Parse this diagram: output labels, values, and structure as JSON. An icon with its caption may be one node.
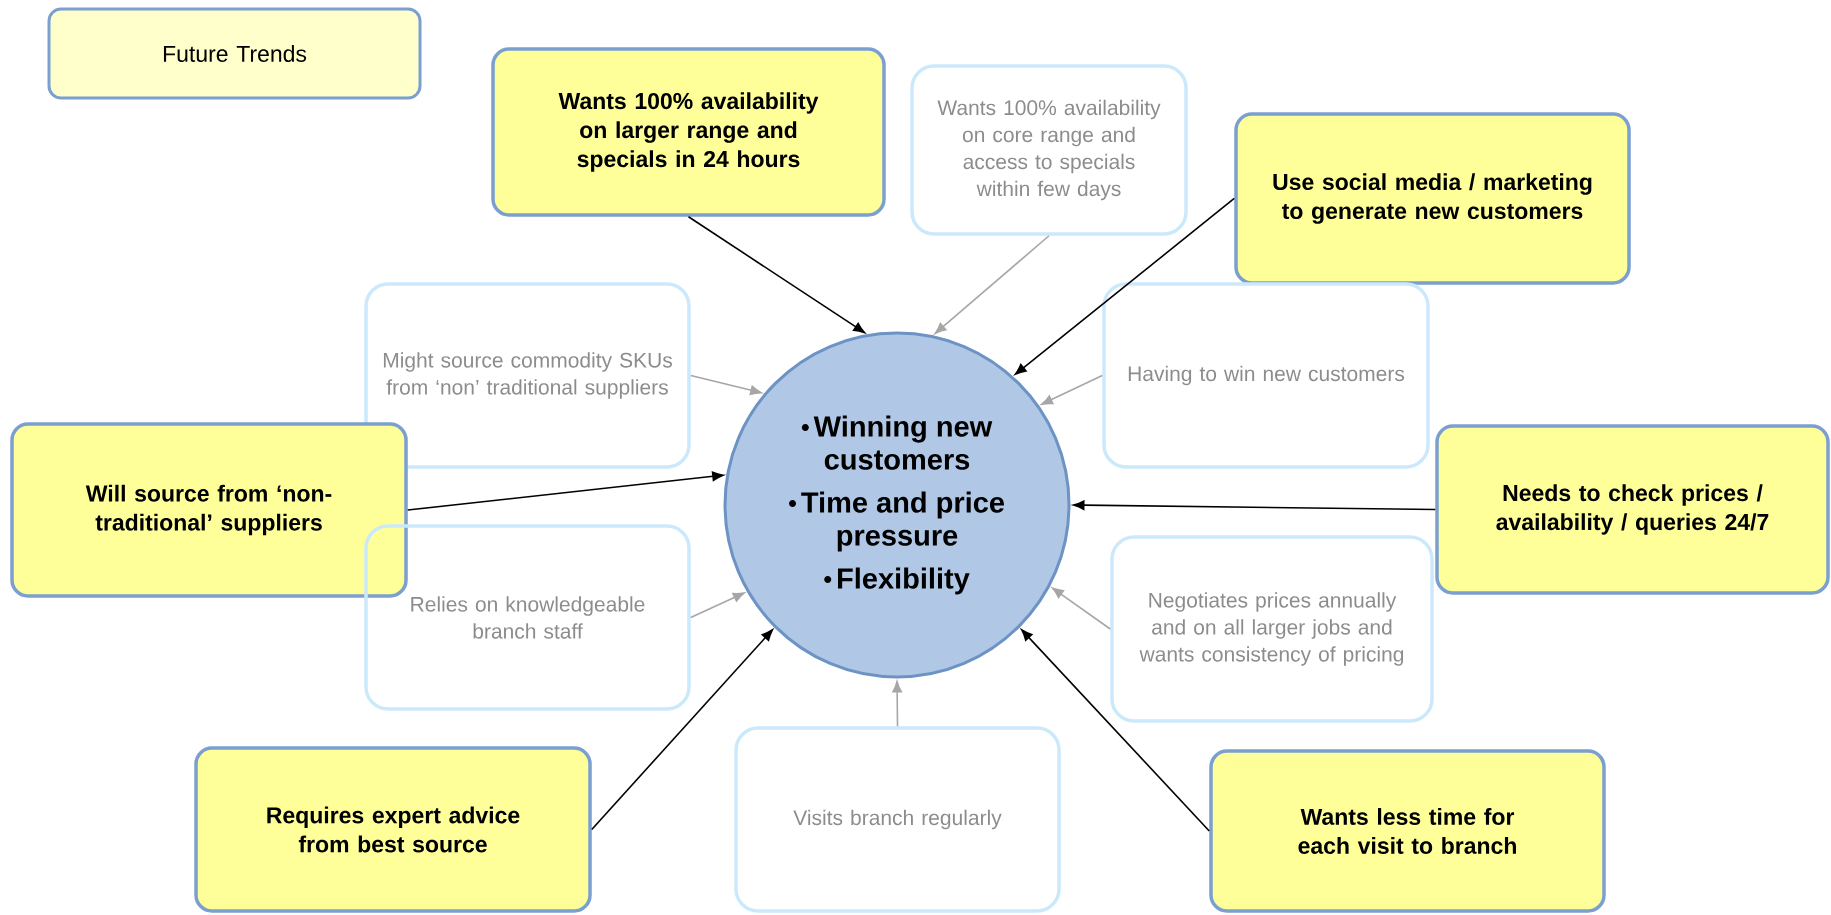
{
  "diagram": {
    "nodes": [
      {
        "text": [
          "Future Trends"
        ]
      },
      {
        "text": [
          "Wants 100% availability on larger range and specials in 24 hours"
        ]
      },
      {
        "text": [
          "Wants 100% availability on core range and access to specials within few days"
        ]
      },
      {
        "text": [
          "Use social media / marketing to generate new customers"
        ]
      },
      {
        "text": [
          "Might source commodity SKUs from ‘non’ traditional suppliers"
        ]
      },
      {
        "text": [
          "Having to win new customers"
        ]
      },
      {
        "text": [
          "Winning new customers",
          "Time and price pressure",
          "Flexibility"
        ]
      },
      {
        "text": [
          "Will source from ‘non-traditional’ suppliers"
        ]
      },
      {
        "text": [
          "Needs to check prices / availability / queries 24/7"
        ]
      },
      {
        "text": [
          "Relies on knowledgeable branch staff"
        ]
      },
      {
        "text": [
          "Negotiates prices annually and on all larger jobs and wants consistency of pricing"
        ]
      },
      {
        "text": [
          "Visits branch regularly"
        ]
      },
      {
        "text": [
          "Requires expert advice from best source"
        ]
      },
      {
        "text": [
          "Wants less time for each visit to branch"
        ]
      }
    ],
    "edges": [
      {
        "from": 1,
        "to": 6,
        "arrow": "to"
      },
      {
        "from": 3,
        "to": 6,
        "arrow": "to"
      },
      {
        "from": 7,
        "to": 6,
        "arrow": "to"
      },
      {
        "from": 8,
        "to": 6,
        "arrow": "to"
      },
      {
        "from": 12,
        "to": 6,
        "arrow": "to"
      },
      {
        "from": 13,
        "to": 6,
        "arrow": "to"
      },
      {
        "from": 2,
        "to": 6,
        "arrow": "to",
        "color": "#a6a6a6"
      },
      {
        "from": 4,
        "to": 6,
        "arrow": "to",
        "color": "#a6a6a6"
      },
      {
        "from": 5,
        "to": 6,
        "arrow": "to",
        "color": "#a6a6a6"
      },
      {
        "from": 9,
        "to": 6,
        "arrow": "to",
        "color": "#a6a6a6"
      },
      {
        "from": 10,
        "to": 6,
        "arrow": "to",
        "color": "#a6a6a6"
      },
      {
        "from": 11,
        "to": 6,
        "arrow": "to",
        "color": "#a6a6a6"
      }
    ]
  }
}
